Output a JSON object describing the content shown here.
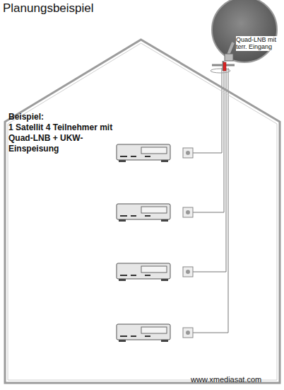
{
  "diagram": {
    "title": "Planungsbeispiel",
    "nodes": [
      {
        "text": [
          "Beispiel:",
          "1 Satellit 4 Teilnehmer mit Quad-LNB + UKW-Einspeisung"
        ]
      }
    ],
    "labels": [
      "Quad-LNB mit terr. Eingang",
      "www.xmediasat.com"
    ]
  }
}
